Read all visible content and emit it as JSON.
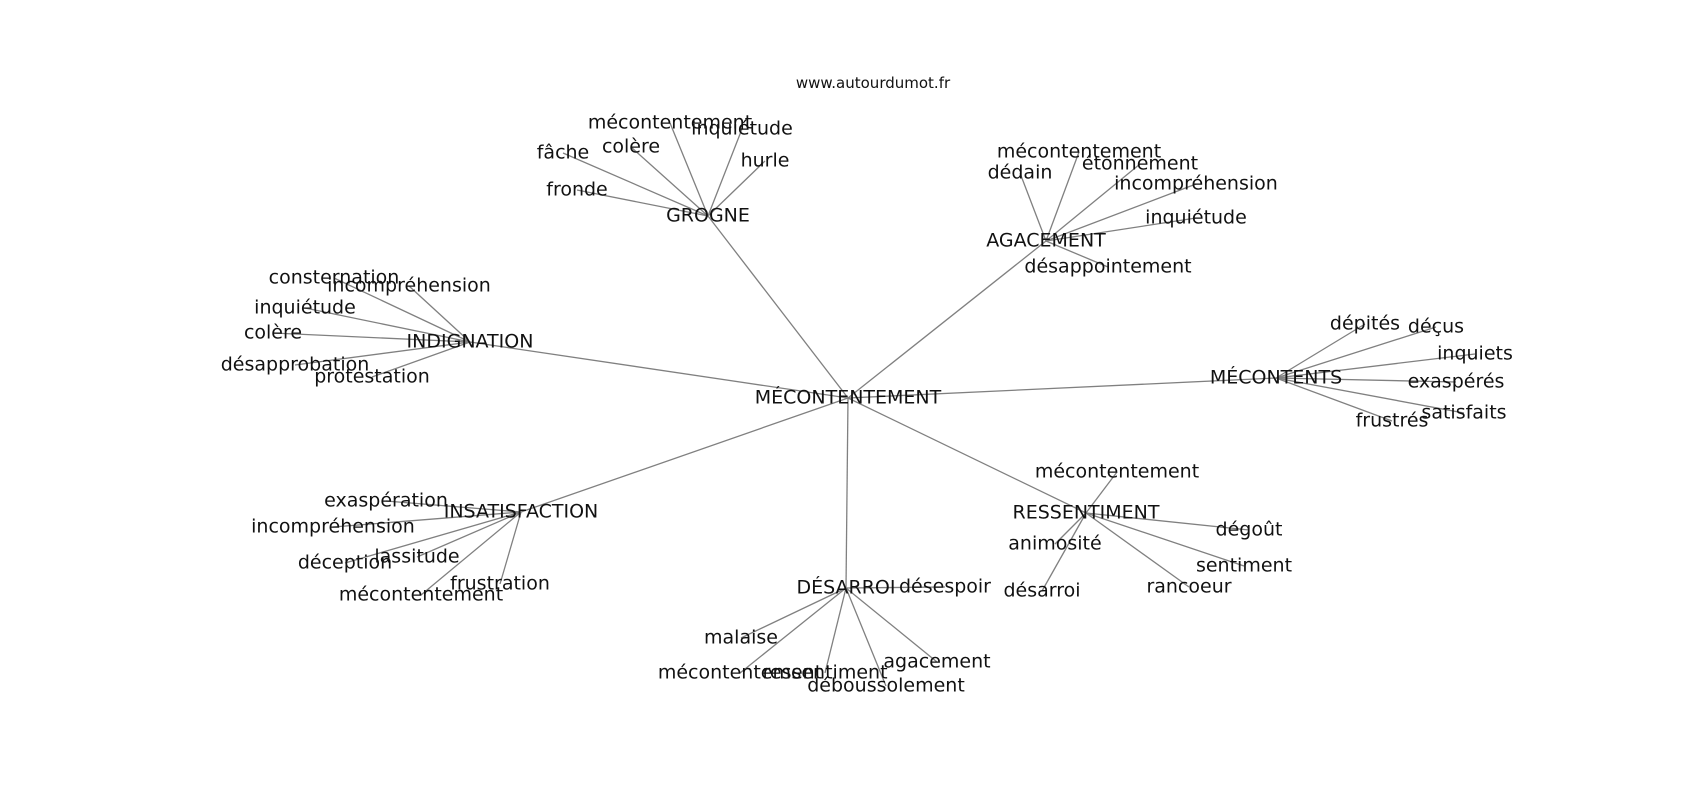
{
  "source": "www.autourdumot.fr",
  "center": "MÉCONTENTEMENT",
  "clusters": [
    {
      "id": "grogne",
      "label": "GROGNE",
      "leaves": [
        "fronde",
        "fâche",
        "colère",
        "mécontentement",
        "inquiétude",
        "hurle"
      ]
    },
    {
      "id": "agacement",
      "label": "AGACEMENT",
      "leaves": [
        "dédain",
        "mécontentement",
        "étonnement",
        "incompréhension",
        "inquiétude",
        "désappointement"
      ]
    },
    {
      "id": "indignation",
      "label": "INDIGNATION",
      "leaves": [
        "consternation",
        "incompréhension",
        "inquiétude",
        "colère",
        "désapprobation",
        "protestation"
      ]
    },
    {
      "id": "mecontents",
      "label": "MÉCONTENTS",
      "leaves": [
        "dépités",
        "déçus",
        "inquiets",
        "exaspérés",
        "satisfaits",
        "frustrés"
      ]
    },
    {
      "id": "insatisfaction",
      "label": "INSATISFACTION",
      "leaves": [
        "exaspération",
        "incompréhension",
        "lassitude",
        "déception",
        "mécontentement",
        "frustration"
      ]
    },
    {
      "id": "ressentiment",
      "label": "RESSENTIMENT",
      "leaves": [
        "mécontentement",
        "dégoût",
        "sentiment",
        "rancoeur",
        "désarroi",
        "animosité"
      ]
    },
    {
      "id": "desarroi",
      "label": "DÉSARROI",
      "leaves": [
        "désespoir",
        "agacement",
        "déboussolement",
        "ressentiment",
        "mécontentement",
        "malaise"
      ]
    }
  ]
}
